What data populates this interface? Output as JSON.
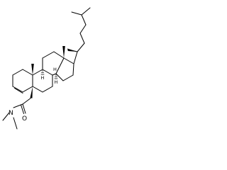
{
  "labels": {
    "oxygen": "O",
    "nitrogen": "N",
    "h_c8": "H",
    "h_c9": "H",
    "h_c14": "H"
  },
  "colors": {
    "bond": "#000000",
    "background": "#ffffff"
  }
}
